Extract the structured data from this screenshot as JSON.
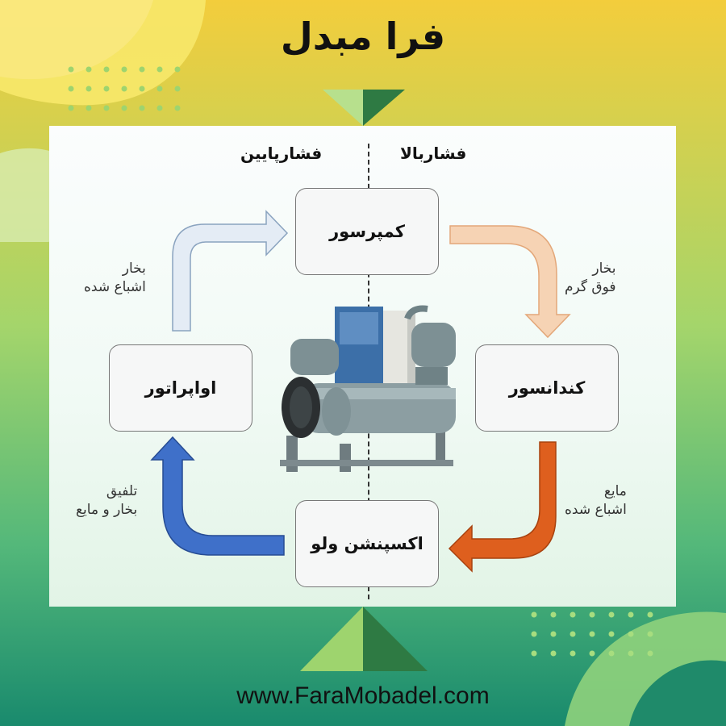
{
  "brand": "فرا مبدل",
  "sides": {
    "low_pressure": "فشارپایین",
    "high_pressure": "فشاربالا"
  },
  "components": {
    "compressor": "کمپرسور",
    "condenser": "کندانسور",
    "expansion_valve": "اکسپنشن ولو",
    "evaporator": "اواپراتور"
  },
  "flows": {
    "superheated_vapor": [
      "بخار",
      "فوق گرم"
    ],
    "saturated_liquid": [
      "مایع",
      "اشباع شده"
    ],
    "liquid_vapor_mix": [
      "تلفیق",
      "بخار و مایع"
    ],
    "saturated_vapor": [
      "بخار",
      "اشباع شده"
    ]
  },
  "colors": {
    "yellow": "#f5d13b",
    "green_dark": "#1f8a6a",
    "green_light": "#c8e9a2",
    "arrow_evap_to_comp": "#e4ecf5",
    "arrow_comp_to_cond": "#f6d3b4",
    "arrow_cond_to_exp": "#de5f1e",
    "arrow_exp_to_evap": "#3f70c9"
  },
  "footer_url": "www.FaraMobadel.com"
}
